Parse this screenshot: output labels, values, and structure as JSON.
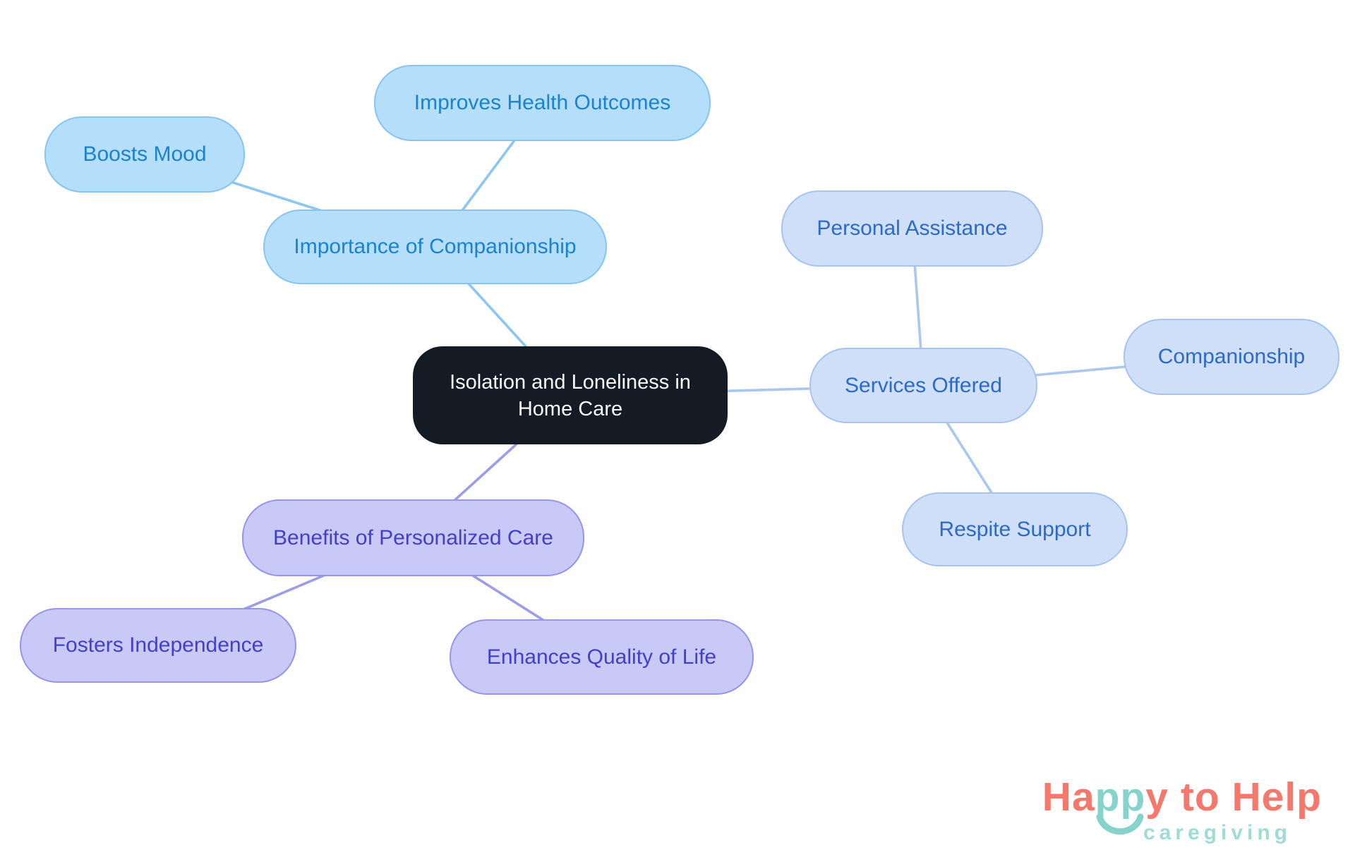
{
  "diagram": {
    "type": "mindmap",
    "root": {
      "label": "Isolation and Loneliness in Home Care",
      "bg_color": "#141b25",
      "text_color": "#f7f9fb"
    },
    "branches": [
      {
        "label": "Importance of Companionship",
        "fill": "#b5defa",
        "border": "#86c5f1",
        "text_color": "#1a82ce",
        "line_color": "#8cc6f1",
        "children": [
          {
            "label": "Boosts Mood"
          },
          {
            "label": "Improves Health Outcomes"
          }
        ]
      },
      {
        "label": "Services Offered",
        "fill": "#cedff7",
        "border": "#a6c4ef",
        "text_color": "#2d6ac7",
        "line_color": "#a9c7ef",
        "children": [
          {
            "label": "Personal Assistance"
          },
          {
            "label": "Companionship"
          },
          {
            "label": "Respite Support"
          }
        ]
      },
      {
        "label": "Benefits of Personalized Care",
        "fill": "#c9c9f8",
        "border": "#9496ea",
        "text_color": "#4340c8",
        "line_color": "#9b9cea",
        "children": [
          {
            "label": "Fosters Independence"
          },
          {
            "label": "Enhances Quality of Life"
          }
        ]
      }
    ]
  },
  "logo": {
    "part1": "Ha",
    "part2": "pp",
    "part3": "y to Help",
    "tagline": "caregiving",
    "coral": "#f4796c",
    "teal": "#85d3cb",
    "tagline_color": "#9edcd5",
    "smile_icon": "smile-arc"
  }
}
